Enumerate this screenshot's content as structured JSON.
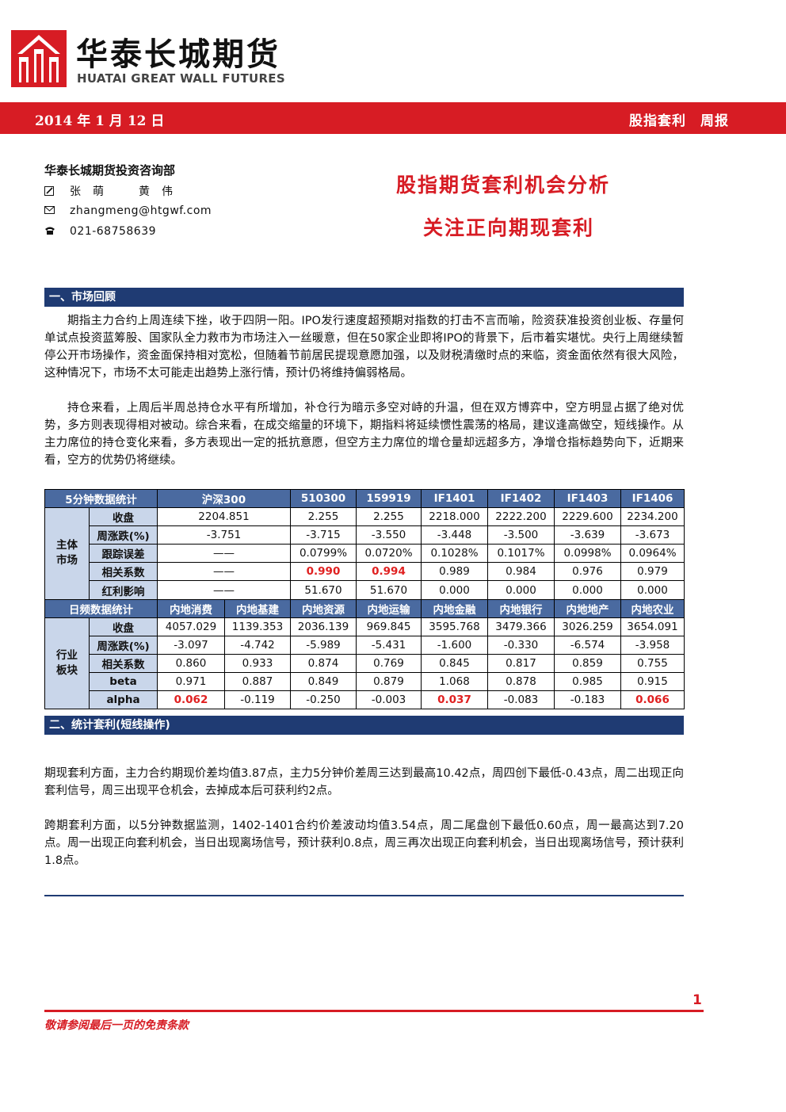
{
  "header": {
    "brand_cn": "华泰长城期货",
    "brand_en": "HUATAI GREAT WALL FUTURES",
    "date": "2014 年 1 月 12 日",
    "report_type": "股指套利　周报",
    "accent_color": "#d71c24",
    "navy_color": "#1f3b73"
  },
  "author": {
    "department": "华泰长城期货投资咨询部",
    "names": "张　萌　　　黄　伟",
    "email": "zhangmeng@htgwf.com",
    "phone": "021-68758639",
    "icons": [
      "pencil-icon",
      "email-icon",
      "phone-icon"
    ]
  },
  "titles": {
    "main": "股指期货套利机会分析",
    "sub": "关注正向期现套利"
  },
  "section1": {
    "title": "一、市场回顾",
    "paragraphs": [
      "期指主力合约上周连续下挫，收于四阴一阳。IPO发行速度超预期对指数的打击不言而喻，险资获准投资创业板、存量何单试点投资蓝筹股、国家队全力救市为市场注入一丝暖意，但在50家企业即将IPO的背景下，后市着实堪忧。央行上周继续暂停公开市场操作，资金面保持相对宽松，但随着节前居民提现意愿加强，以及财税清缴时点的来临，资金面依然有很大风险，这种情况下，市场不太可能走出趋势上涨行情，预计仍将维持偏弱格局。",
      "持仓来看，上周后半周总持仓水平有所增加，补仓行为暗示多空对峙的升温，但在双方博弈中，空方明显占据了绝对优势，多方则表现得相对被动。综合来看，在成交缩量的环境下，期指料将延续惯性震荡的格局，建议逢高做空，短线操作。从主力席位的持仓变化来看，多方表现出一定的抵抗意愿，但空方主力席位的增仓量却远超多方，净增仓指标趋势向下，近期来看，空方的优势仍将继续。"
    ]
  },
  "table": {
    "minute_header": [
      "5分钟数据统计",
      "沪深300",
      "510300",
      "159919",
      "IF1401",
      "IF1402",
      "IF1403",
      "IF1406"
    ],
    "main_group": "主体市场",
    "minute_rows": [
      {
        "label": "收盘",
        "values": [
          "2204.851",
          "2.255",
          "2.255",
          "2218.000",
          "2222.200",
          "2229.600",
          "2234.200"
        ]
      },
      {
        "label": "周涨跌(%)",
        "values": [
          "-3.751",
          "-3.715",
          "-3.550",
          "-3.448",
          "-3.500",
          "-3.639",
          "-3.673"
        ]
      },
      {
        "label": "跟踪误差",
        "values": [
          "——",
          "0.0799%",
          "0.0720%",
          "0.1028%",
          "0.1017%",
          "0.0998%",
          "0.0964%"
        ]
      },
      {
        "label": "相关系数",
        "values": [
          "——",
          "0.990",
          "0.994",
          "0.989",
          "0.984",
          "0.976",
          "0.979"
        ]
      },
      {
        "label": "红利影响",
        "values": [
          "——",
          "51.670",
          "51.670",
          "0.000",
          "0.000",
          "0.000",
          "0.000"
        ]
      }
    ],
    "daily_header": [
      "日频数据统计",
      "内地消费",
      "内地基建",
      "内地资源",
      "内地运输",
      "内地金融",
      "内地银行",
      "内地地产",
      "内地农业"
    ],
    "sector_group": "行业板块",
    "daily_rows": [
      {
        "label": "收盘",
        "values": [
          "4057.029",
          "1139.353",
          "2036.139",
          "969.845",
          "3595.768",
          "3479.366",
          "3026.259",
          "3654.091"
        ]
      },
      {
        "label": "周涨跌(%)",
        "values": [
          "-3.097",
          "-4.742",
          "-5.989",
          "-5.431",
          "-1.600",
          "-0.330",
          "-6.574",
          "-3.958"
        ]
      },
      {
        "label": "相关系数",
        "values": [
          "0.860",
          "0.933",
          "0.874",
          "0.769",
          "0.845",
          "0.817",
          "0.859",
          "0.755"
        ]
      },
      {
        "label": "beta",
        "values": [
          "0.971",
          "0.887",
          "0.849",
          "0.879",
          "1.068",
          "0.878",
          "0.985",
          "0.915"
        ]
      },
      {
        "label": "alpha",
        "values": [
          "0.062",
          "-0.119",
          "-0.250",
          "-0.003",
          "0.037",
          "-0.083",
          "-0.183",
          "0.066"
        ]
      }
    ]
  },
  "section2": {
    "title": "二、统计套利(短线操作)",
    "paragraphs": [
      "期现套利方面，主力合约期现价差均值3.87点，主力5分钟价差周三达到最高10.42点，周四创下最低-0.43点，周二出现正向套利信号，周三出现平仓机会，去掉成本后可获利约2点。",
      "跨期套利方面，以5分钟数据监测，1402-1401合约价差波动均值3.54点，周二尾盘创下最低0.60点，周一最高达到7.20点。周一出现正向套利机会，当日出现离场信号，预计获利0.8点，周三再次出现正向套利机会，当日出现离场信号，预计获利1.8点。"
    ]
  },
  "footer": {
    "page_number": "1",
    "disclaimer": "敬请参阅最后一页的免责条款"
  }
}
